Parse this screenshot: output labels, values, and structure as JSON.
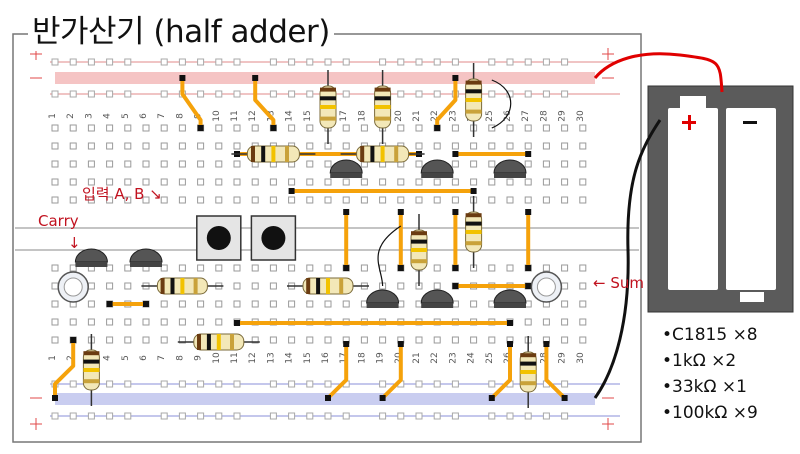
{
  "title": "반가산기 (half adder)",
  "labels": {
    "inputs": "입력 A, B ↘",
    "carry": "Carry",
    "carry_arrow": "↓",
    "sum": "← Sum"
  },
  "column_numbers": [
    "1",
    "2",
    "3",
    "4",
    "5",
    "6",
    "7",
    "8",
    "9",
    "10",
    "11",
    "12",
    "13",
    "14",
    "15",
    "16",
    "17",
    "18",
    "19",
    "20",
    "21",
    "22",
    "23",
    "24",
    "25",
    "26",
    "27",
    "28",
    "29",
    "30"
  ],
  "battery": {
    "plus": "+",
    "minus": "−"
  },
  "parts_list": [
    "•C1815  ×8",
    "•1kΩ  ×2",
    "•33kΩ  ×1",
    "•100kΩ  ×9"
  ],
  "colors": {
    "wire": "#f5a20b",
    "red_rail": "#f5c4c4",
    "blue_rail": "#c9cdf0",
    "battery_body": "#5b5b5b",
    "red_wire": "#e00000",
    "black_wire": "#111111"
  }
}
